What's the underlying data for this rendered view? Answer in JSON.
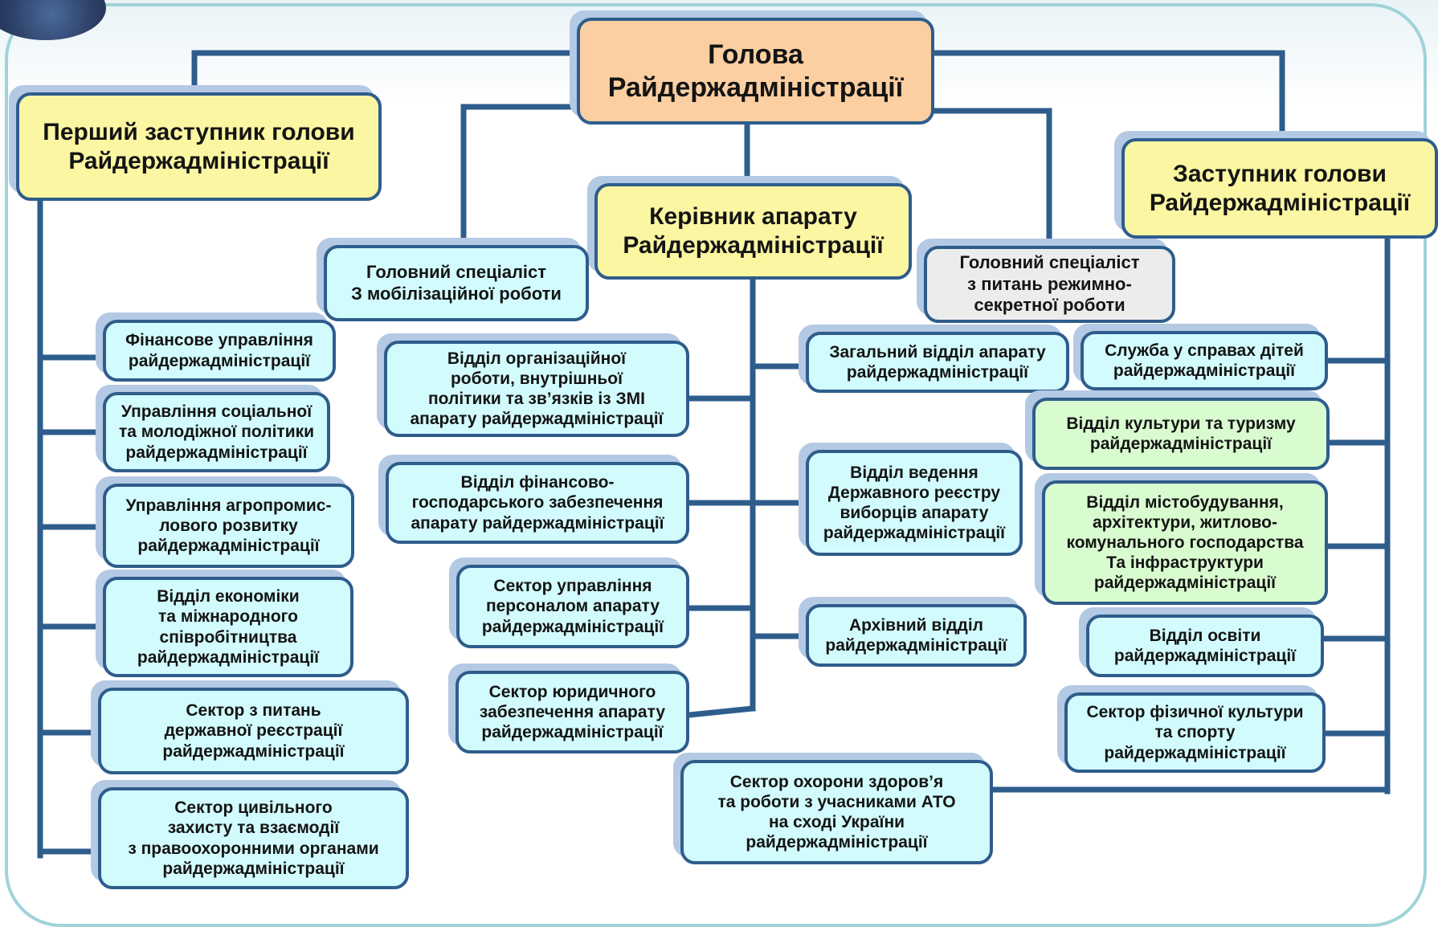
{
  "head": "Голова\nРайдержадміністрації",
  "first_deputy": "Перший заступник голови\nРайдержадміністрації",
  "chief_of_staff": "Керівник апарату\nРайдержадміністрації",
  "deputy": "Заступник голови\nРайдержадміністрації",
  "left_column": [
    "Фінансове управління\nрайдержадміністрації",
    "Управління соціальної\nта молодіжної політики\nрайдержадміністрації",
    "Управління агропромис-\nлового розвитку\nрайдержадміністрації",
    "Відділ економіки\nта міжнародного\nспівробітництва\nрайдержадміністрації",
    "Сектор з питань\nдержавної реєстрації\nрайдержадміністрації",
    "Сектор цивільного\nзахисту та взаємодії\nз правоохоронними органами\nрайдержадміністрації"
  ],
  "mobilization_specialist": "Головний спеціаліст\nЗ мобілізаційної роботи",
  "regime_specialist": "Головний спеціаліст\nз питань режимно-\nсекретної роботи",
  "center_left_column": [
    "Відділ організаційної\nроботи, внутрішньої\nполітики та зв’язків із ЗМІ\nапарату райдержадміністрації",
    "Відділ фінансово-\nгосподарського забезпечення\nапарату райдержадміністрації",
    "Сектор управління\nперсоналом апарату\nрайдержадміністрації",
    "Сектор юридичного\nзабезпечення апарату\nрайдержадміністрації"
  ],
  "center_right_column": [
    "Загальний відділ апарату\nрайдержадміністрації",
    "Відділ ведення\nДержавного реєстру\nвиборців апарату\nрайдержадміністрації",
    "Архівний відділ\nрайдержадміністрації"
  ],
  "right_column": [
    "Служба у справах дітей\nрайдержадміністрації",
    "Відділ культури та туризму\nрайдержадміністрації",
    "Відділ містобудування,\nархітектури, житлово-\nкомунального господарства\nТа інфраструктури\nрайдержадміністрації",
    "Відділ освіти\nрайдержадміністрації",
    "Сектор фізичної культури\nта спорту\nрайдержадміністрації"
  ],
  "health_sector": "Сектор охорони здоров’я\nта роботи з учасниками АТО\nна сході України\nрайдержадміністрації",
  "colors": {
    "connector": "#2e5d8c",
    "cyan_box": "#d2fbfd",
    "yellow_box": "#fbf6a2",
    "orange_box": "#fbcfa2",
    "green_box": "#d9fbd0",
    "grey_box": "#ececec"
  }
}
